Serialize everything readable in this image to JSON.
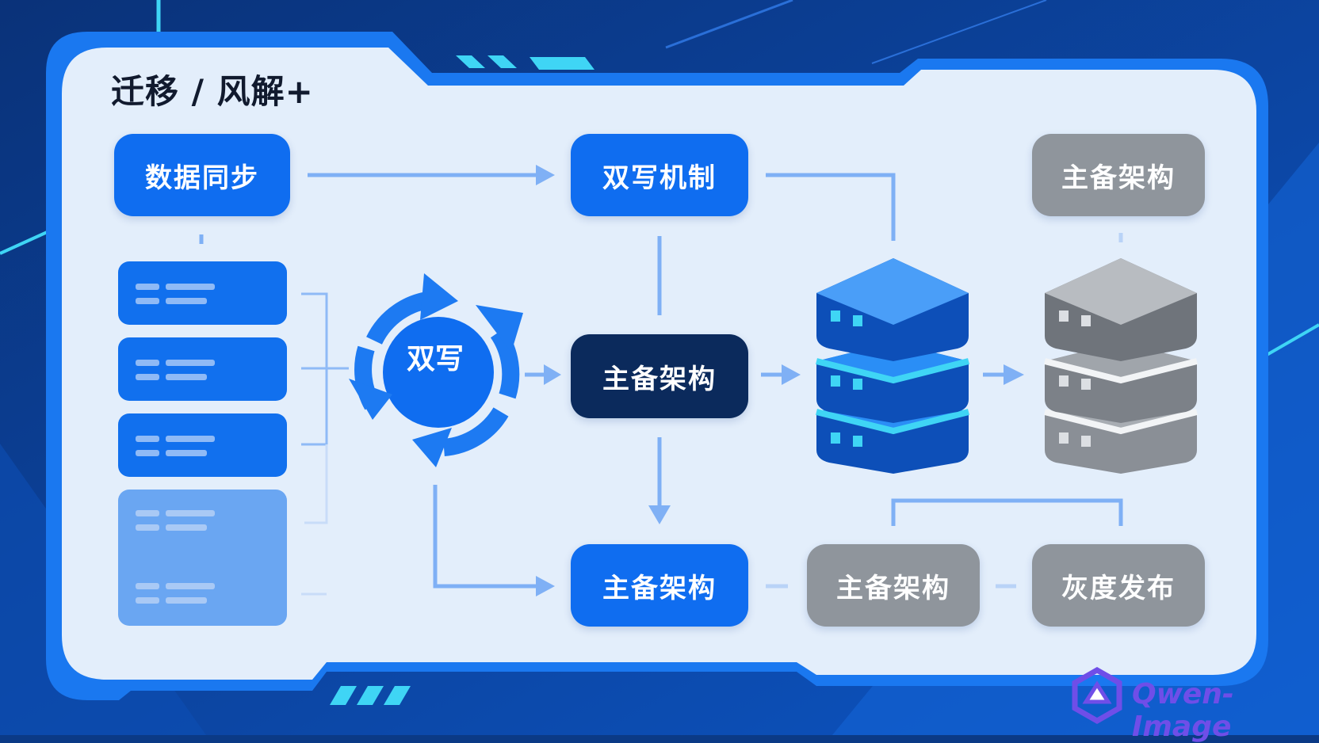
{
  "title": "迁移 / 风解+",
  "nodes": {
    "data_sync": "数据同步",
    "dual_write_mechanism": "双写机制",
    "primary_backup_top_right": "主备架构",
    "cycle_label": "双写",
    "primary_backup_center": "主备架构",
    "primary_backup_bottom": "主备架构",
    "primary_backup_gray_bottom": "主备架构",
    "gray_release": "灰度发布"
  },
  "watermark": "Qwen-Image",
  "colors": {
    "background": "#0b3a86",
    "panel": "#e3eefb",
    "accent_blue": "#0f6df0",
    "dark_navy": "#0b2a5c",
    "gray": "#8f959c",
    "cyan": "#3fd5f5",
    "connector": "#7fb0f5"
  },
  "icons": [
    "sync-cycle-icon",
    "blue-database-icon",
    "gray-database-icon",
    "arrow-icon"
  ]
}
